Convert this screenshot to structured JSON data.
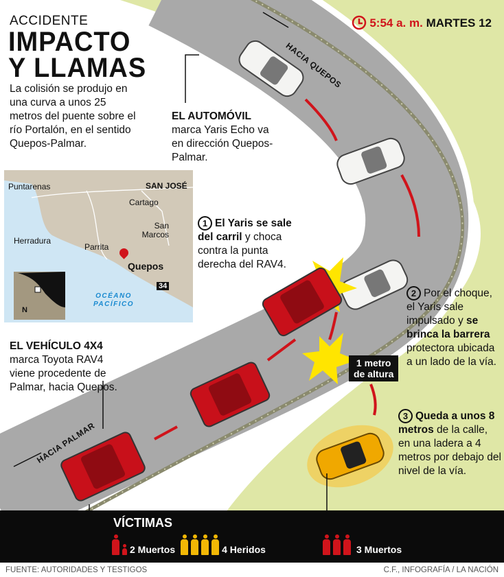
{
  "header": {
    "kicker": "ACCIDENTE",
    "title_line1": "IMPACTO",
    "title_line2": "Y LLAMAS",
    "intro": "La colisión se produjo en una curva a unos 25 metros del puente sobre el río Portalón, en el sentido Quepos-Palmar."
  },
  "time": {
    "hour": "5:54 a. m.",
    "day": "MARTES 12",
    "icon": "clock-icon"
  },
  "road": {
    "to_quepos": "HACIA QUEPOS",
    "to_palmar": "HACIA PALMAR"
  },
  "automovil": {
    "title": "EL AUTOMÓVIL",
    "text": "marca Yaris Echo va en dirección Quepos-Palmar."
  },
  "vehiculo": {
    "title": "EL VEHÍCULO 4X4",
    "text": "marca Toyota RAV4 viene procedente de Palmar, hacia Quepos."
  },
  "steps": [
    {
      "n": "1",
      "bold": "El Yaris se sale del carril",
      "text": " y choca contra la punta derecha del RAV4."
    },
    {
      "n": "2",
      "pre": "Por el choque, el Yaris sale impulsado y ",
      "bold": "se brinca la barrera",
      "text": " protectora ubicada a un lado de la vía."
    },
    {
      "n": "3",
      "bold": "Queda a unos 8 metros",
      "text": " de la calle, en una ladera a 4 metros por debajo del nivel de la vía."
    }
  ],
  "altura": {
    "line1": "1 metro",
    "line2": "de altura"
  },
  "map": {
    "cities": [
      "Puntarenas",
      "SAN JOSÉ",
      "Cartago",
      "San Marcos",
      "Herradura",
      "Parrita",
      "Quepos"
    ],
    "ocean_line1": "OCÉANO",
    "ocean_line2": "PACÍFICO",
    "route": "34",
    "north": "N"
  },
  "victims": {
    "title": "VÍCTIMAS",
    "group1": "2 Muertos",
    "group2": "4 Heridos",
    "group3": "3 Muertos",
    "colors": {
      "dead": "#d0141b",
      "injured": "#f2b705"
    }
  },
  "footer": {
    "source": "FUENTE: AUTORIDADES Y TESTIGOS",
    "credit": "C.F., INFOGRAFÍA /  LA NACIÓN"
  }
}
